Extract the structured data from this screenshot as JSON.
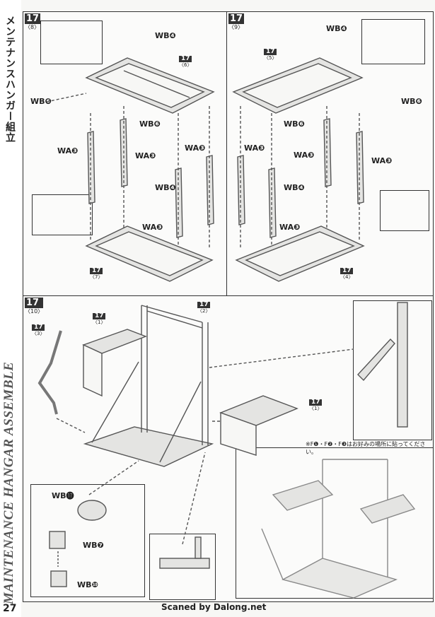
{
  "sidebar": {
    "section_title": "メンテナンスハンガー組立",
    "english_title": "MAINTENANCE HANGAR ASSEMBLE"
  },
  "page_number": "27",
  "footer": "Scaned by Dalong.net",
  "steps": [
    {
      "num": "17",
      "sub": "〈8〉"
    },
    {
      "num": "17",
      "sub": "〈9〉"
    },
    {
      "num": "17",
      "sub": "〈10〉"
    }
  ],
  "tags": {
    "t6": {
      "n": "17",
      "s": "〈6〉"
    },
    "t7": {
      "n": "17",
      "s": "〈7〉"
    },
    "t5": {
      "n": "17",
      "s": "〈5〉"
    },
    "t4": {
      "n": "17",
      "s": "〈4〉"
    },
    "t1": {
      "n": "17",
      "s": "〈1〉"
    },
    "t2": {
      "n": "17",
      "s": "〈2〉"
    },
    "t3": {
      "n": "17",
      "s": "〈3〉"
    }
  },
  "labels": {
    "wb4": "WB❹",
    "wb6": "WB❻",
    "wa3": "WA❸",
    "wb17": "WB⓱",
    "wb7": "WB❼",
    "wb10": "WB❿"
  },
  "note": "※F❶・F❷・F❸はお好みの場所に貼ってください。"
}
